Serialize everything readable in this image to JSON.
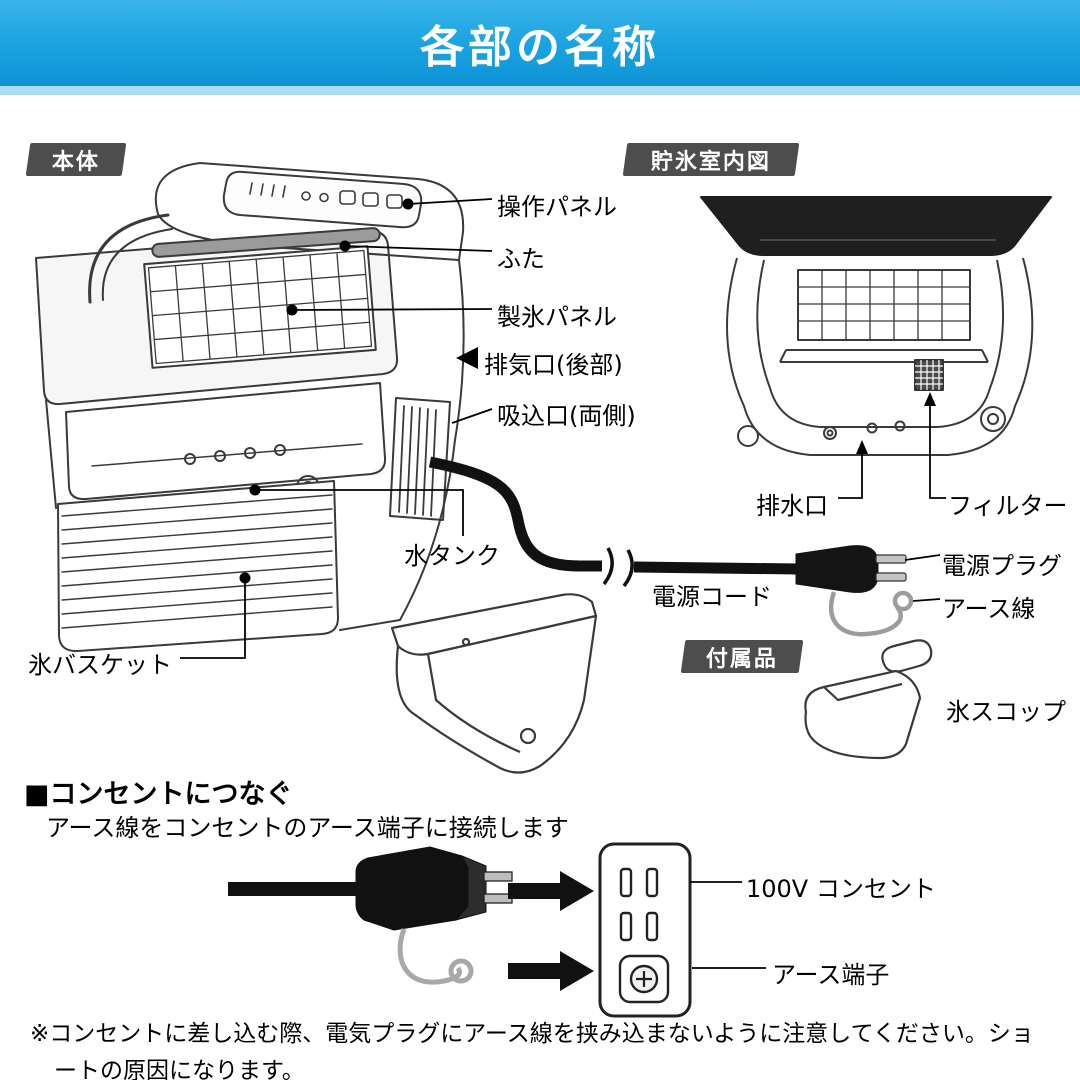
{
  "header": {
    "title": "各部の名称"
  },
  "badges": {
    "body": "本体",
    "storage": "貯氷室内図",
    "accessories": "付属品"
  },
  "machine_labels": {
    "operation_panel": "操作パネル",
    "lid": "ふた",
    "ice_panel": "製氷パネル",
    "exhaust": "排気口(後部)",
    "intake": "吸込口(両側)",
    "water_tank": "水タンク",
    "ice_basket": "氷バスケット"
  },
  "storage_labels": {
    "drain": "排水口",
    "filter": "フィルター"
  },
  "cord_labels": {
    "power_cord": "電源コード",
    "power_plug": "電源プラグ",
    "earth_wire": "アース線"
  },
  "accessory_labels": {
    "ice_scoop": "氷スコップ"
  },
  "connect": {
    "title": "■コンセントにつなぐ",
    "subtitle": "アース線をコンセントのアース端子に接続します",
    "outlet": "100V コンセント",
    "earth_terminal": "アース端子",
    "note": "※コンセントに差し込む際、電気プラグにアース線を挟み込まないように注意してください。ショートの原因になります。"
  }
}
